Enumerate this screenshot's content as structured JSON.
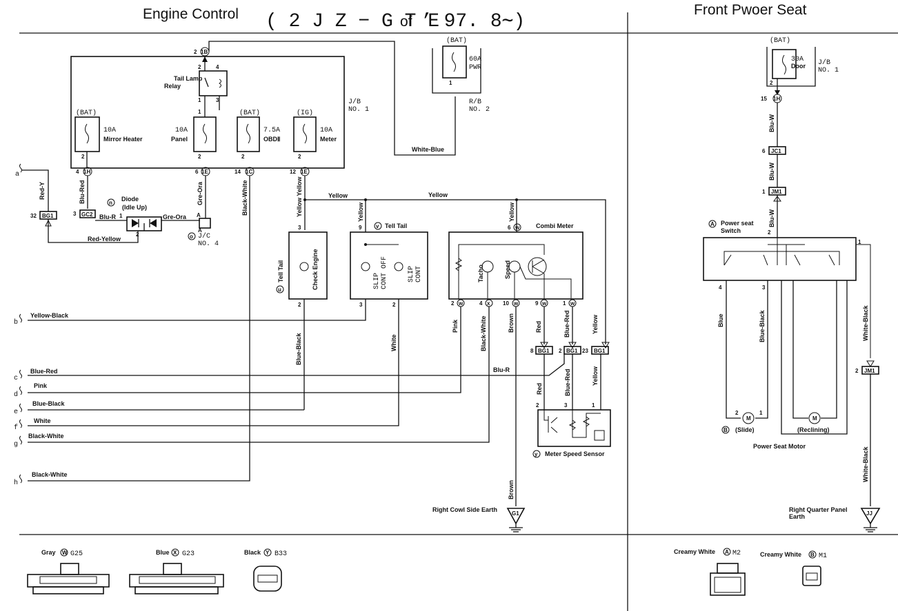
{
  "titles": {
    "left_main": "Engine Control",
    "left_model": "( 2 J Z − G T E",
    "left_of": "of",
    "left_date": "’ 97. 8∼)",
    "right": "Front Pwoer Seat"
  },
  "junctions": {
    "jb1": "J/B\nNO. 1",
    "rb2": "R/B\nNO. 2",
    "jc4": "J/C\nNO. 4",
    "jb1_right": "J/B\nNO. 1"
  },
  "fuses": {
    "mirror": {
      "rating": "10A",
      "name": "Mirror Heater",
      "supply": "(BAT)"
    },
    "panel": {
      "rating": "10A",
      "name": "Panel"
    },
    "obd": {
      "rating": "7.5A",
      "name": "OBDⅡ",
      "supply": "(BAT)"
    },
    "meter": {
      "rating": "10A",
      "name": "Meter",
      "supply": "(IG)"
    },
    "pwr": {
      "rating": "60A",
      "name": "PWR",
      "supply": "(BAT)"
    },
    "door": {
      "rating": "30A",
      "name": "Door",
      "supply": "(BAT)"
    }
  },
  "connectors": {
    "c1B": "1B",
    "c1H": "1H",
    "c1E": "1E",
    "c1C": "1C",
    "c1E2": "1E",
    "gc2": "GC2",
    "bg1a": "BG1",
    "bg1b": "BG1",
    "bg1c": "BG1",
    "bg1d": "BG1",
    "ih": "1H",
    "jc1": "JC1",
    "jm1": "JM1",
    "jm1b": "JM1",
    "g1": "G1",
    "jj": "JJ"
  },
  "components": {
    "tail_relay": "Tail Lamp\nRelay",
    "diode": "Diode",
    "diode_sub": "(Idle Up)",
    "tell_tail_u": "Tell Tail",
    "check_engine": "Check Engine",
    "tell_tail_v": "Tell Tail",
    "slip_off": "SLIP\nCONT OFF",
    "slip_cont": "SLIP\nCONT",
    "combi_meter": "Combi Meter",
    "tacho": "Tacho",
    "speed": "Speed",
    "speed_sensor": "Meter Speed Sensor",
    "cowl_earth": "Right Cowl Side Earth",
    "pwr_seat_switch": "Power seat\nSwitch",
    "slide": "(Slide)",
    "reclining": "(Reclining)",
    "seat_motor": "Power Seat Motor",
    "quarter_earth": "Right Quarter Panel\nEarth"
  },
  "wires": {
    "redy": "Red-Y",
    "blured": "Blu-Red",
    "blur": "Blu-R",
    "greora": "Gre-Ora",
    "greora2": "Gre-Ora",
    "redyellow": "Red-Yellow",
    "blackwhite1": "Black-White",
    "yellow1": "Yellow",
    "yellow2": "Yellow",
    "yellowyellow": "Yellow Yellow",
    "whiteblue": "White-Blue",
    "yellow_v": "Yellow",
    "yellow_cm": "Yellow",
    "yellowblack": "Yellow-Black",
    "blueblack": "Blue-Black",
    "white_v": "White",
    "pink_v": "Pink",
    "blackwhite_v": "Black-White",
    "brown_v": "Brown",
    "red_v": "Red",
    "bluered_v": "Blue-Red",
    "yellow_r": "Yellow",
    "blur2": "Blu-R",
    "red_2": "Red",
    "bluered_2": "Blue-Red",
    "yellow_3": "Yellow",
    "brown_2": "Brown",
    "bluw1": "Blu-W",
    "bluw2": "Blu-W",
    "bluw3": "Blu-W",
    "blue_r": "Blue",
    "blueblack_r": "Blue-Black",
    "whiteblack_r": "White-Black",
    "whiteblack_r2": "White-Black"
  },
  "side_wires": [
    {
      "letter": "a",
      "label": ""
    },
    {
      "letter": "b",
      "label": "Yellow-Black"
    },
    {
      "letter": "c",
      "label": "Blue-Red"
    },
    {
      "letter": "d",
      "label": "Pink"
    },
    {
      "letter": "e",
      "label": "Blue-Black"
    },
    {
      "letter": "f",
      "label": "White"
    },
    {
      "letter": "g",
      "label": "Black-White"
    },
    {
      "letter": "h",
      "label": "Black-White"
    }
  ],
  "connector_legend": {
    "gray": {
      "color": "Gray",
      "mark": "W",
      "code": "G25"
    },
    "blue": {
      "color": "Blue",
      "mark": "X",
      "code": "G23"
    },
    "black": {
      "color": "Black",
      "mark": "Y",
      "code": "B33"
    },
    "cw_a": {
      "color": "Creamy White",
      "mark": "A",
      "code": "M2"
    },
    "cw_b": {
      "color": "Creamy White",
      "mark": "B",
      "code": "M1"
    }
  },
  "marks": {
    "n": "n",
    "o": "o",
    "u": "u",
    "v": "v",
    "w": "w",
    "x": "x",
    "y": "y",
    "A": "A",
    "B": "B"
  }
}
